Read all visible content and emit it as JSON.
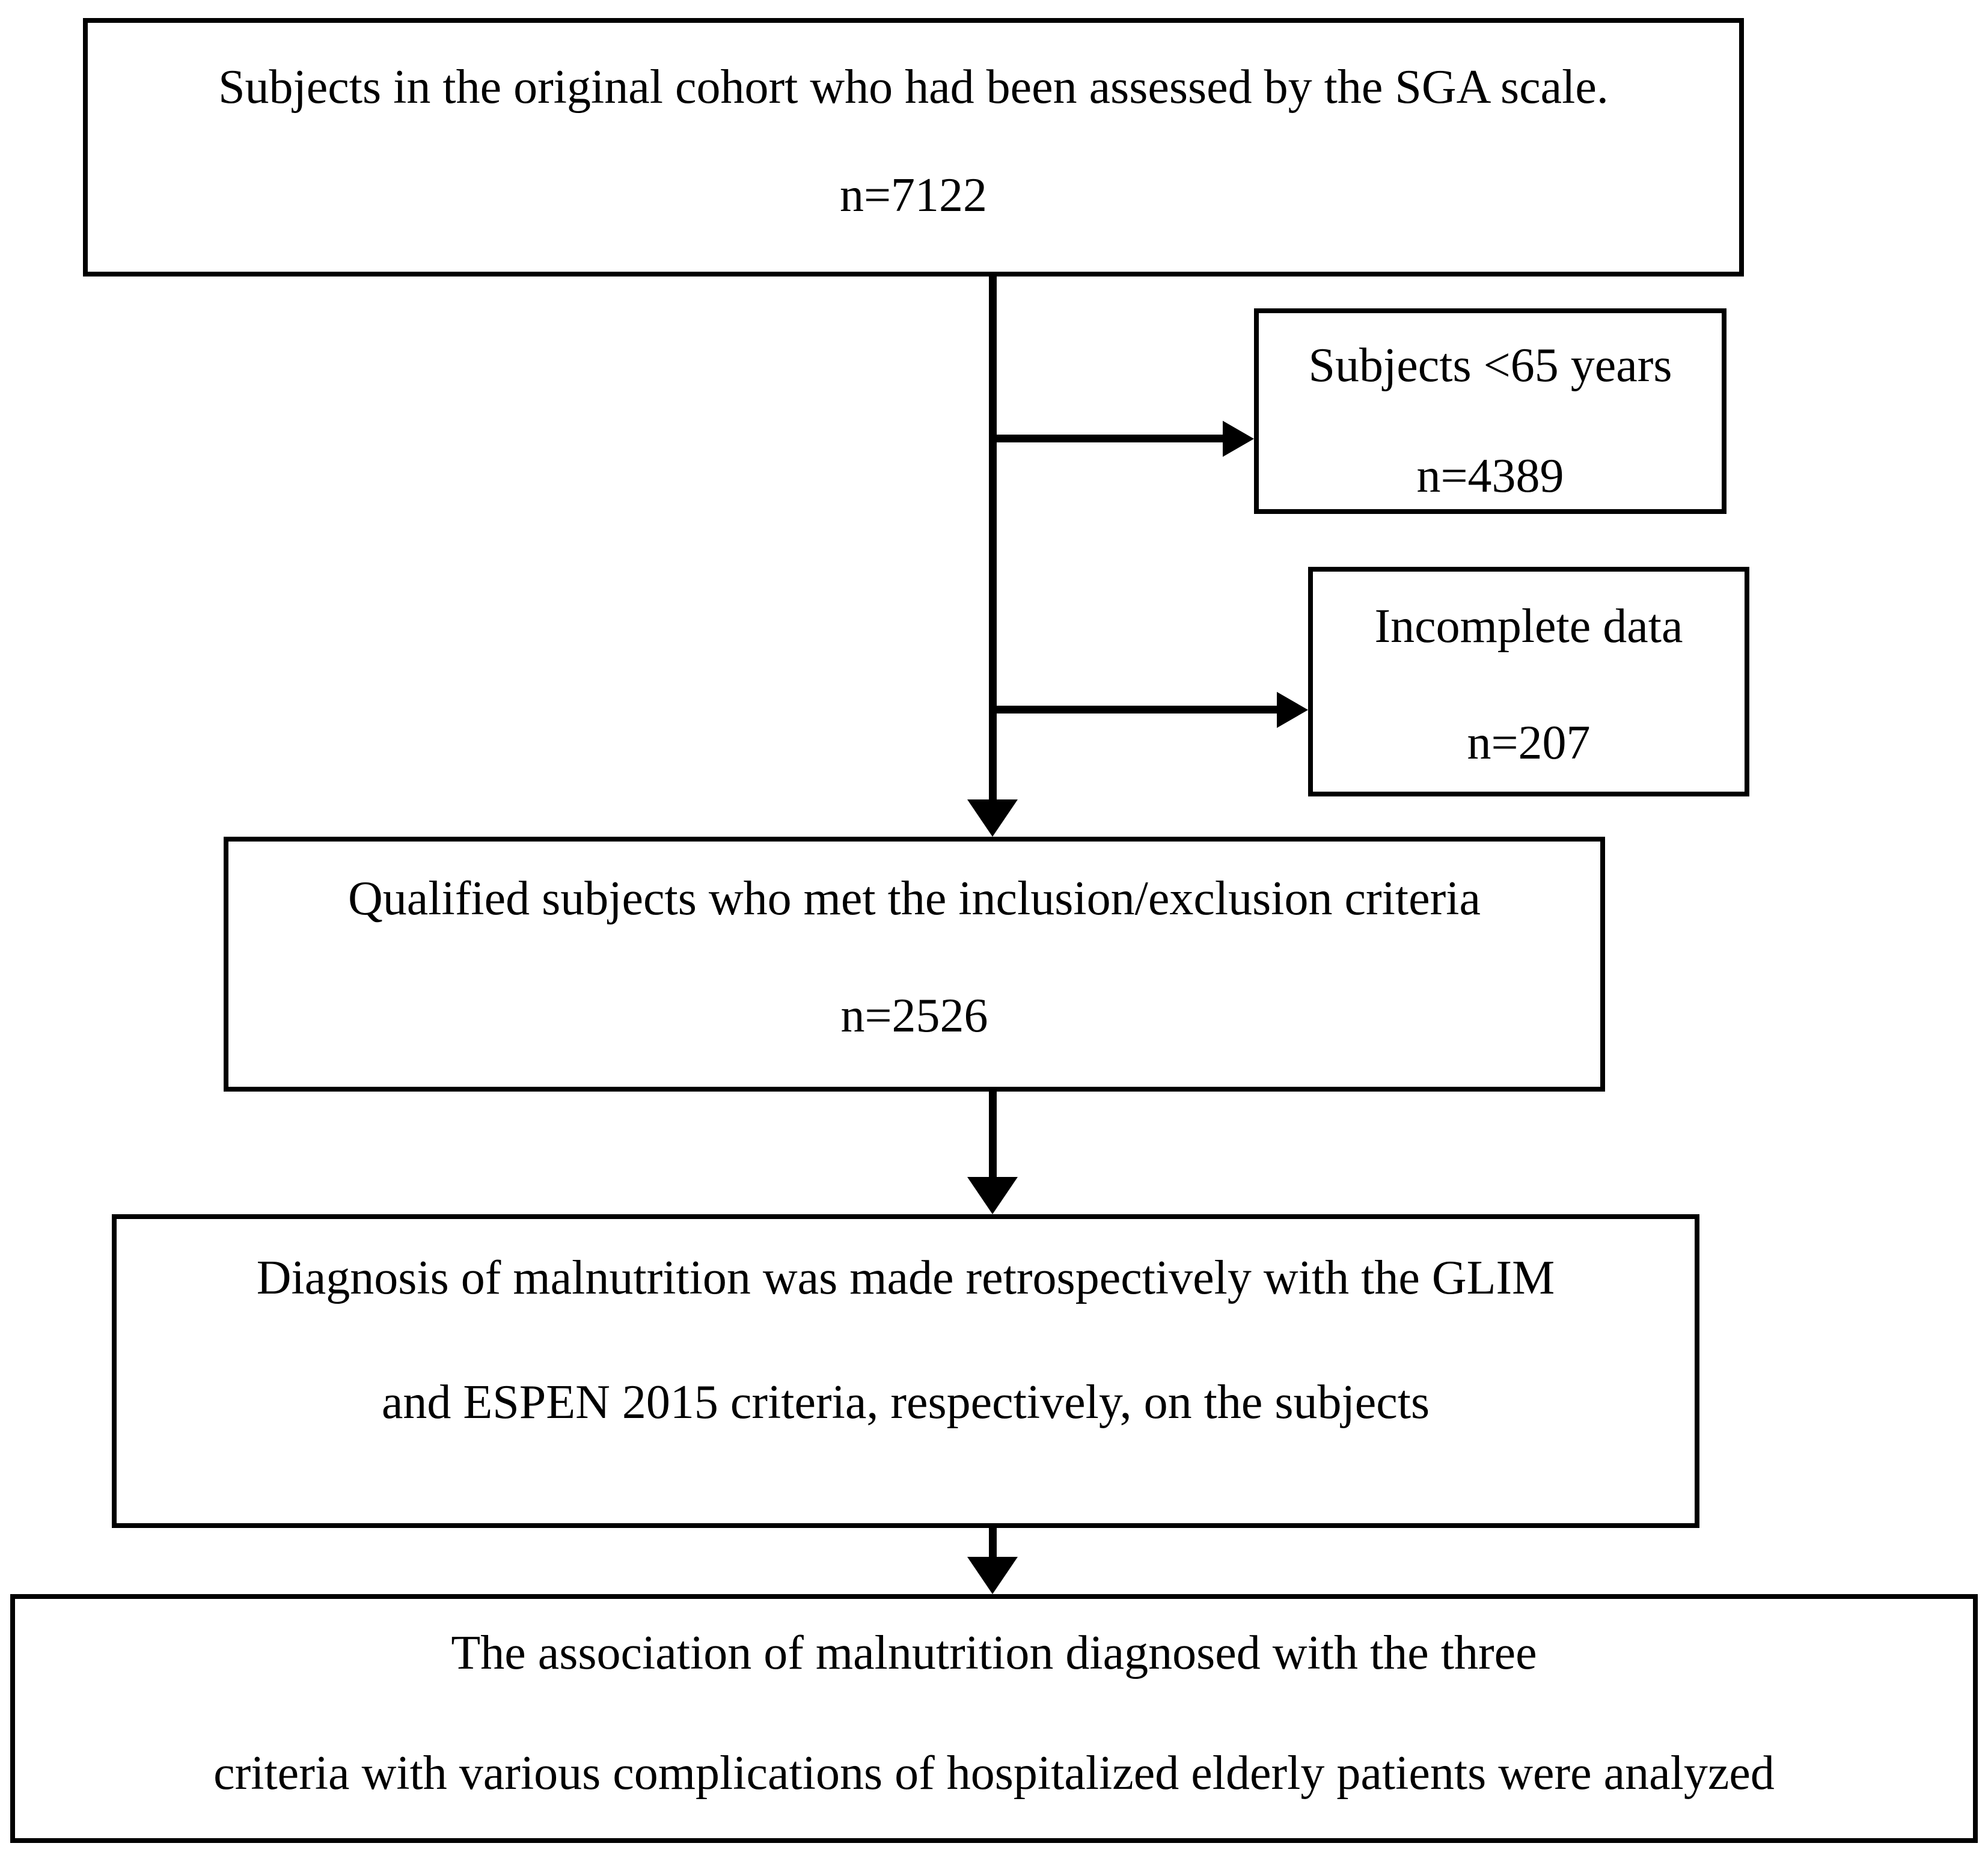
{
  "figure": {
    "type": "study-flow-diagram",
    "colors": {
      "background": "#ffffff",
      "box_border": "#000000",
      "arrow": "#000000",
      "text": "#000000"
    }
  },
  "boxes": {
    "cohort": {
      "line1": "Subjects in the original cohort who had been assessed by the SGA scale.",
      "count": "n=7122"
    },
    "under65": {
      "line1": "Subjects <65 years",
      "count": "n=4389"
    },
    "incomplete": {
      "line1": "Incomplete data",
      "count": "n=207"
    },
    "qualified": {
      "line1": "Qualified subjects who met the inclusion/exclusion criteria",
      "count": "n=2526"
    },
    "diagnosis": {
      "line1": "Diagnosis of malnutrition was made retrospectively with the GLIM",
      "line2": "and ESPEN 2015 criteria, respectively, on the subjects"
    },
    "analysis": {
      "line1": "The association of malnutrition diagnosed with the three",
      "line2": "criteria with various complications of hospitalized elderly patients were analyzed"
    }
  }
}
